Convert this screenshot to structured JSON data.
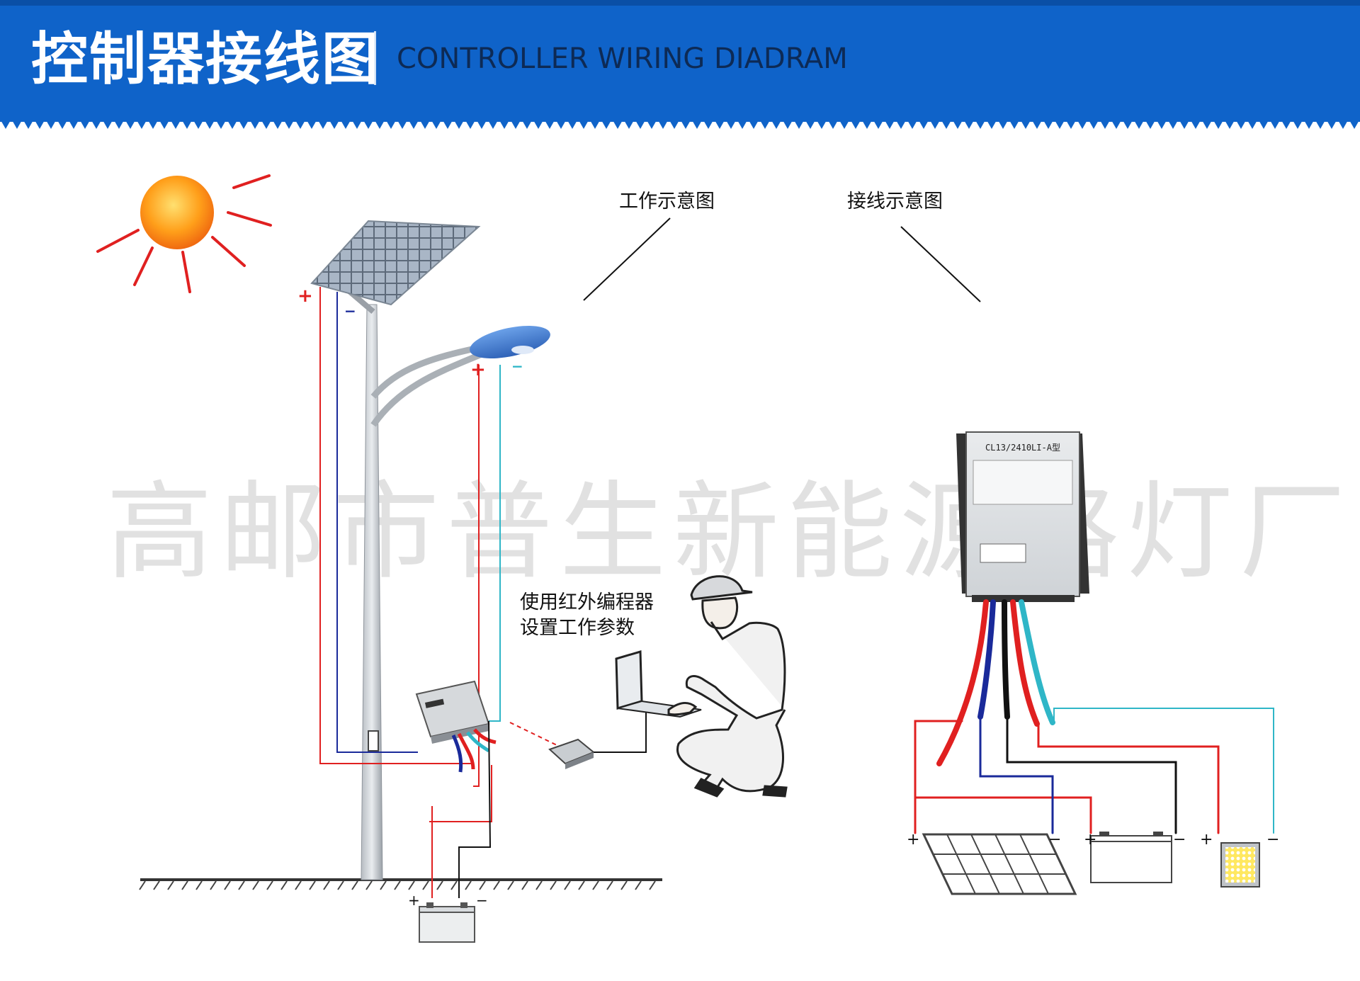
{
  "header": {
    "title_cn": "控制器接线图",
    "title_en": "CONTROLLER WIRING DIADRAM",
    "bg_color": "#0f63c9"
  },
  "labels": {
    "working_diagram": "工作示意图",
    "wiring_diagram": "接线示意图",
    "infrared_line1": "使用红外编程器",
    "infrared_line2": "设置工作参数"
  },
  "watermark": "高邮市普生新能源路灯厂",
  "controller_label": "CL13/2410LI-A型",
  "signs": {
    "plus": "+",
    "minus": "−",
    "plus_small": "+",
    "minus_small": "−"
  },
  "wire_colors": {
    "positive": "#e02020",
    "negative": "#1a2a9a",
    "load_negative": "#2fb6c7",
    "ground": "#111111"
  },
  "icons": [
    "sun-icon",
    "solar-panel-icon",
    "street-lamp-icon",
    "controller-icon",
    "battery-icon",
    "worker-icon",
    "laptop-icon",
    "infrared-programmer-icon",
    "led-module-icon"
  ]
}
